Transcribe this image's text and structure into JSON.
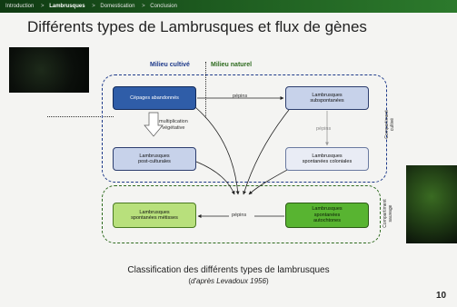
{
  "breadcrumb": {
    "items": [
      "Introduction",
      "Lambrusques",
      "Domestication",
      "Conclusion"
    ],
    "separator": ">"
  },
  "slide": {
    "title": "Différents types de Lambrusques et flux de gènes",
    "milieu_cultive": "Milieu cultivé",
    "milieu_naturel": "Milieu naturel",
    "compartment_cultive": "Compartiment\ncultivé",
    "compartment_sauvage": "Compartiment\nsauvage",
    "boxes": {
      "cepages": "Cépages abandonnés",
      "subspontanees": "Lambrusques\nsubspontanées",
      "post_culturales": "Lambrusques\npost-culturales",
      "coloniales": "Lambrusques\nspontanées coloniales",
      "metisses": "Lambrusques\nspontanées métisses",
      "autochtones": "Lambrusques\nspontanées\nautochtones"
    },
    "labels": {
      "pepins_top": "pépins",
      "pepins_mid": "pépins",
      "pepins_bottom": "pépins",
      "multiplication": "multiplication\nvégétative"
    },
    "caption": "Classification des différents types de lambrusques",
    "source_prefix": "(",
    "source_italic": "d'après Levadoux 1956",
    "source_suffix": ")",
    "page_number": "10"
  }
}
